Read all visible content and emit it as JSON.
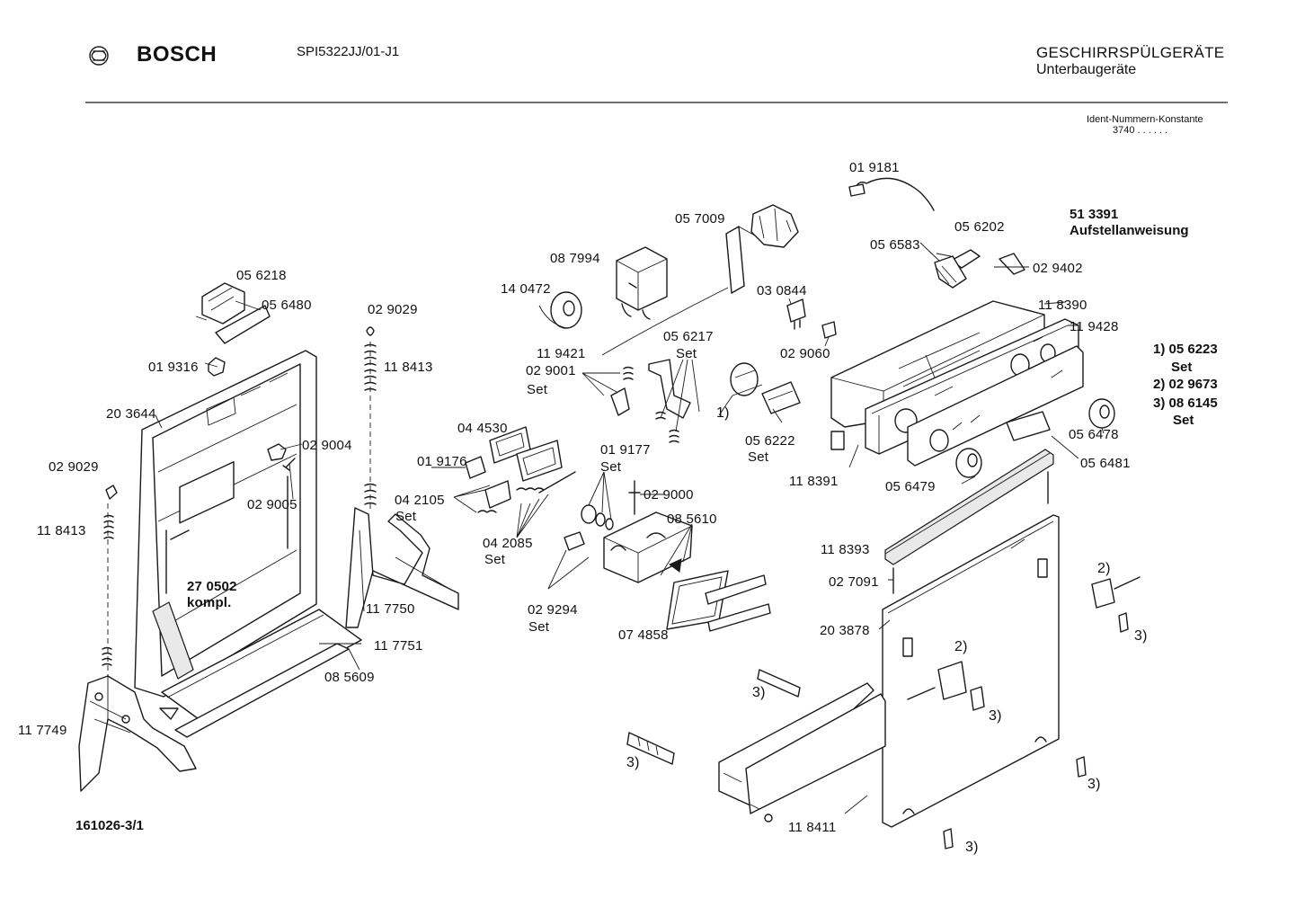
{
  "header": {
    "brand": "BOSCH",
    "model": "SPI5322JJ/01-J1",
    "category": "GESCHIRRSPÜLGERÄTE",
    "subcategory": "Unterbaugeräte",
    "ident_label": "Ident-Nummern-Konstante",
    "ident_value": "3740  . .  . . . ."
  },
  "doc_number": "161026-3/1",
  "notes": {
    "n1": "1) 05 6223",
    "n1s": "Set",
    "n2": "2) 02 9673",
    "n3": "3) 08 6145",
    "n3s": "Set"
  },
  "manual": {
    "number": "51 3391",
    "title": "Aufstellanweisung"
  },
  "parts": {
    "p019181": "01 9181",
    "p057009": "05 7009",
    "p056202": "05 6202",
    "p056583": "05 6583",
    "p029402": "02 9402",
    "p087994": "08 7994",
    "p140472": "14 0472",
    "p030844": "03 0844",
    "p118390": "11 8390",
    "p119428": "11 9428",
    "p056218": "05 6218",
    "p056480": "05 6480",
    "p029029a": "02 9029",
    "p118413a": "11 8413",
    "p119421": "11 9421",
    "p056217": "05 6217",
    "p056217s": "Set",
    "p029060": "02 9060",
    "p019316": "01 9316",
    "p029001": "02 9001",
    "p029001s": "Set",
    "p203644": "20 3644",
    "p029004": "02 9004",
    "p044530": "04 4530",
    "p019177": "01 9177",
    "p019177s": "Set",
    "p056222": "05 6222",
    "p056222s": "Set",
    "p056478": "05 6478",
    "p029029b": "02 9029",
    "p019176": "01 9176",
    "p056481": "05 6481",
    "p118391": "11 8391",
    "p056479": "05 6479",
    "p029005": "02 9005",
    "p042105": "04 2105",
    "p042105s": "Set",
    "p029000": "02 9000",
    "p085610": "08 5610",
    "p118413b": "11 8413",
    "p042085": "04 2085",
    "p042085s": "Set",
    "p118393": "11 8393",
    "p270502": "27 0502",
    "p270502k": "kompl.",
    "p027091": "02 7091",
    "p117750": "11 7750",
    "p029294": "02 9294",
    "p029294s": "Set",
    "p074858": "07 4858",
    "p203878": "20 3878",
    "p117751": "11 7751",
    "p085609": "08 5609",
    "p117749": "11 7749",
    "p118411": "11 8411",
    "ref1": "1)",
    "ref2a": "2)",
    "ref2b": "2)",
    "ref3a": "3)",
    "ref3b": "3)",
    "ref3c": "3)",
    "ref3d": "3)",
    "ref3e": "3)",
    "ref3f": "3)"
  }
}
